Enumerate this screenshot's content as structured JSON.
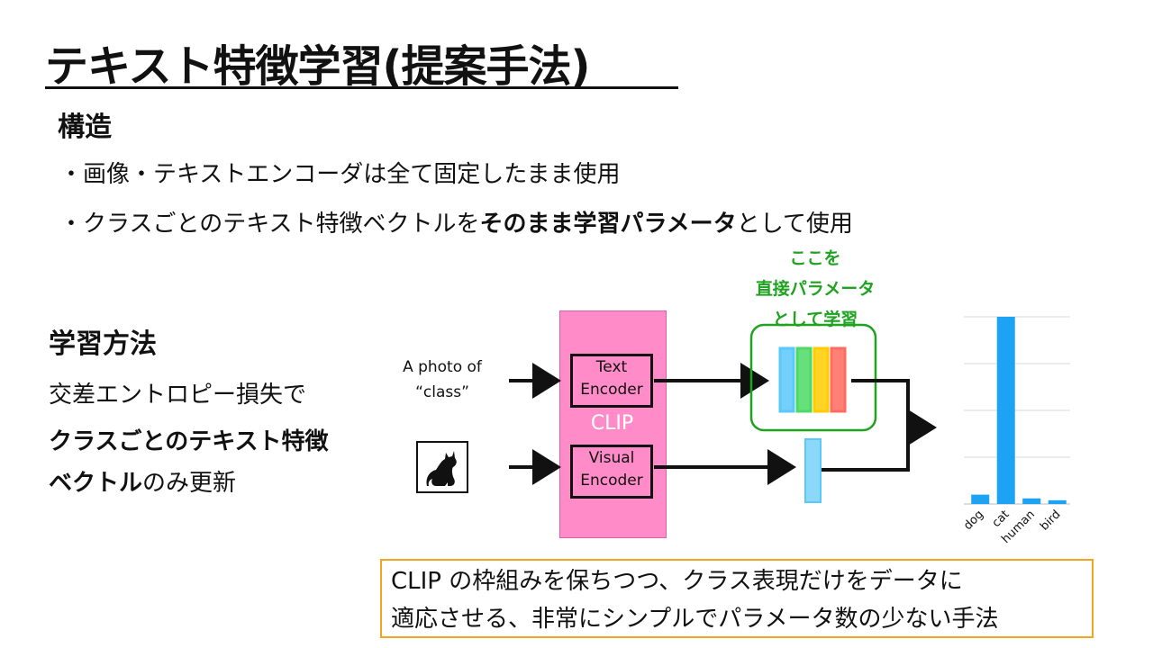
{
  "title": "テキスト特徴学習(提案手法)",
  "structure": {
    "heading": "構造",
    "bullet1": "・画像・テキストエンコーダは全て固定したまま使用",
    "bullet2_pre": "・クラスごとのテキスト特徴ベクトルを",
    "bullet2_bold": "そのまま学習パラメータ",
    "bullet2_post": "として使用"
  },
  "learning": {
    "heading": "学習方法",
    "line1": "交差エントロピー損失で",
    "line2_bold": "クラスごとのテキスト特徴",
    "line3_bold": "ベクトル",
    "line3_rest": "のみ更新"
  },
  "diagram": {
    "prompt_line1": "A photo of",
    "prompt_line2": "“class”",
    "text_encoder_line1": "Text",
    "text_encoder_line2": "Encoder",
    "visual_encoder_line1": "Visual",
    "visual_encoder_line2": "Encoder",
    "clip_label": "CLIP",
    "annotation_line1": "ここを",
    "annotation_line2": "直接パラメータ",
    "annotation_line3": "として学習",
    "feature_colors": [
      "#5ac8fa",
      "#4cd964",
      "#ffcc00",
      "#ff6b5e"
    ],
    "visual_feature_color": "#5ac8fa",
    "green": "#1fa21f",
    "arrow_color": "#111111"
  },
  "chart_data": {
    "type": "bar",
    "categories": [
      "dog",
      "cat",
      "human",
      "bird"
    ],
    "values": [
      0.05,
      1.0,
      0.03,
      0.02
    ],
    "ylim": [
      0,
      1.0
    ],
    "grid": true,
    "bar_color": "#1ca3f4"
  },
  "summary": {
    "line1": "CLIP の枠組みを保ちつつ、クラス表現だけをデータに",
    "line2": "適応させる、非常にシンプルでパラメータ数の少ない手法"
  }
}
